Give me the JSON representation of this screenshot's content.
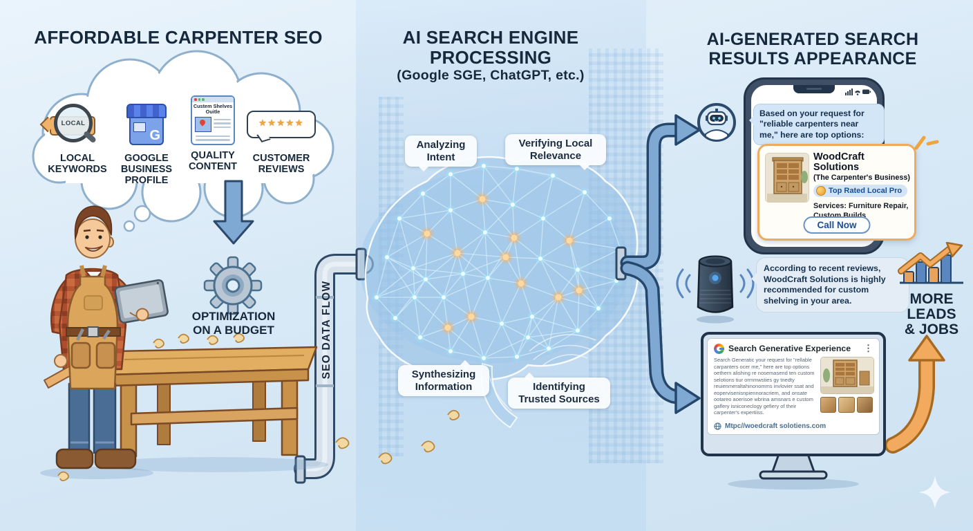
{
  "palette": {
    "background": "#d9e8f5",
    "ink": "#16283c",
    "accent_blue": "#5b87c0",
    "accent_orange": "#f0a95c",
    "brain_cyan": "#7fd4f2",
    "brain_orange": "#f5a653",
    "star_gold": "#f0a83c"
  },
  "left": {
    "title": "AFFORDABLE CARPENTER SEO",
    "cloud_items": [
      {
        "label": "LOCAL\nKEYWORDS",
        "tag_text": "LOCAL"
      },
      {
        "label": "GOOGLE\nBUSINESS\nPROFILE",
        "letter": "G"
      },
      {
        "label": "QUALITY\nCONTENT",
        "page_title": "Custem Shelves\nOuitle"
      },
      {
        "label": "CUSTOMER\nREVIEWS",
        "stars": "★★★★★"
      }
    ],
    "gear_label": "OPTIMIZATION\nON A BUDGET",
    "pipe_label": "SEO DATA FLOW"
  },
  "center": {
    "title": "AI SEARCH ENGINE\nPROCESSING",
    "subtitle": "(Google SGE, ChatGPT, etc.)",
    "labels": [
      "Analyzing\nIntent",
      "Verifying Local\nRelevance",
      "Synthesizing\nInformation",
      "Identifying\nTrusted Sources"
    ]
  },
  "right": {
    "title": "AI-GENERATED SEARCH\nRESULTS APPEARANCE",
    "chat_message": "Based on your request for \"reliable carpenters near me,\" here are top options:",
    "business_card": {
      "name": "WoodCraft Solutions",
      "subtitle": "(The Carpenter's Business)",
      "badge": "Top Rated Local Pro",
      "services_label": "Services:",
      "services_rest": "Furniture Repair,\nCustom Builds",
      "cta": "Call Now"
    },
    "voice_message": "According to recent reviews, WoodCraft Solutions is highly recommended for custom shelving in your area.",
    "sge": {
      "header": "Search Generative Experience",
      "menu_icon": "⋮",
      "body": "Search Generatic your request for \"rellable carpanters ocer me,\" here are top options oethern alishing re nosemasend ten custom selotions tiur ormmwsties gy tnedty reuienmeraltahinonomms invlovier ssat and eopervisenisnpiennoracriem, and onsate ootareo aoerisoe wbrina amsnars e custom gaflery isniconeclogy gefiery of their carpenter's expertiiss.",
      "link": "Mtpc//woedcraft solotiens.com"
    },
    "outcome": "MORE\nLEADS\n& JOBS"
  }
}
